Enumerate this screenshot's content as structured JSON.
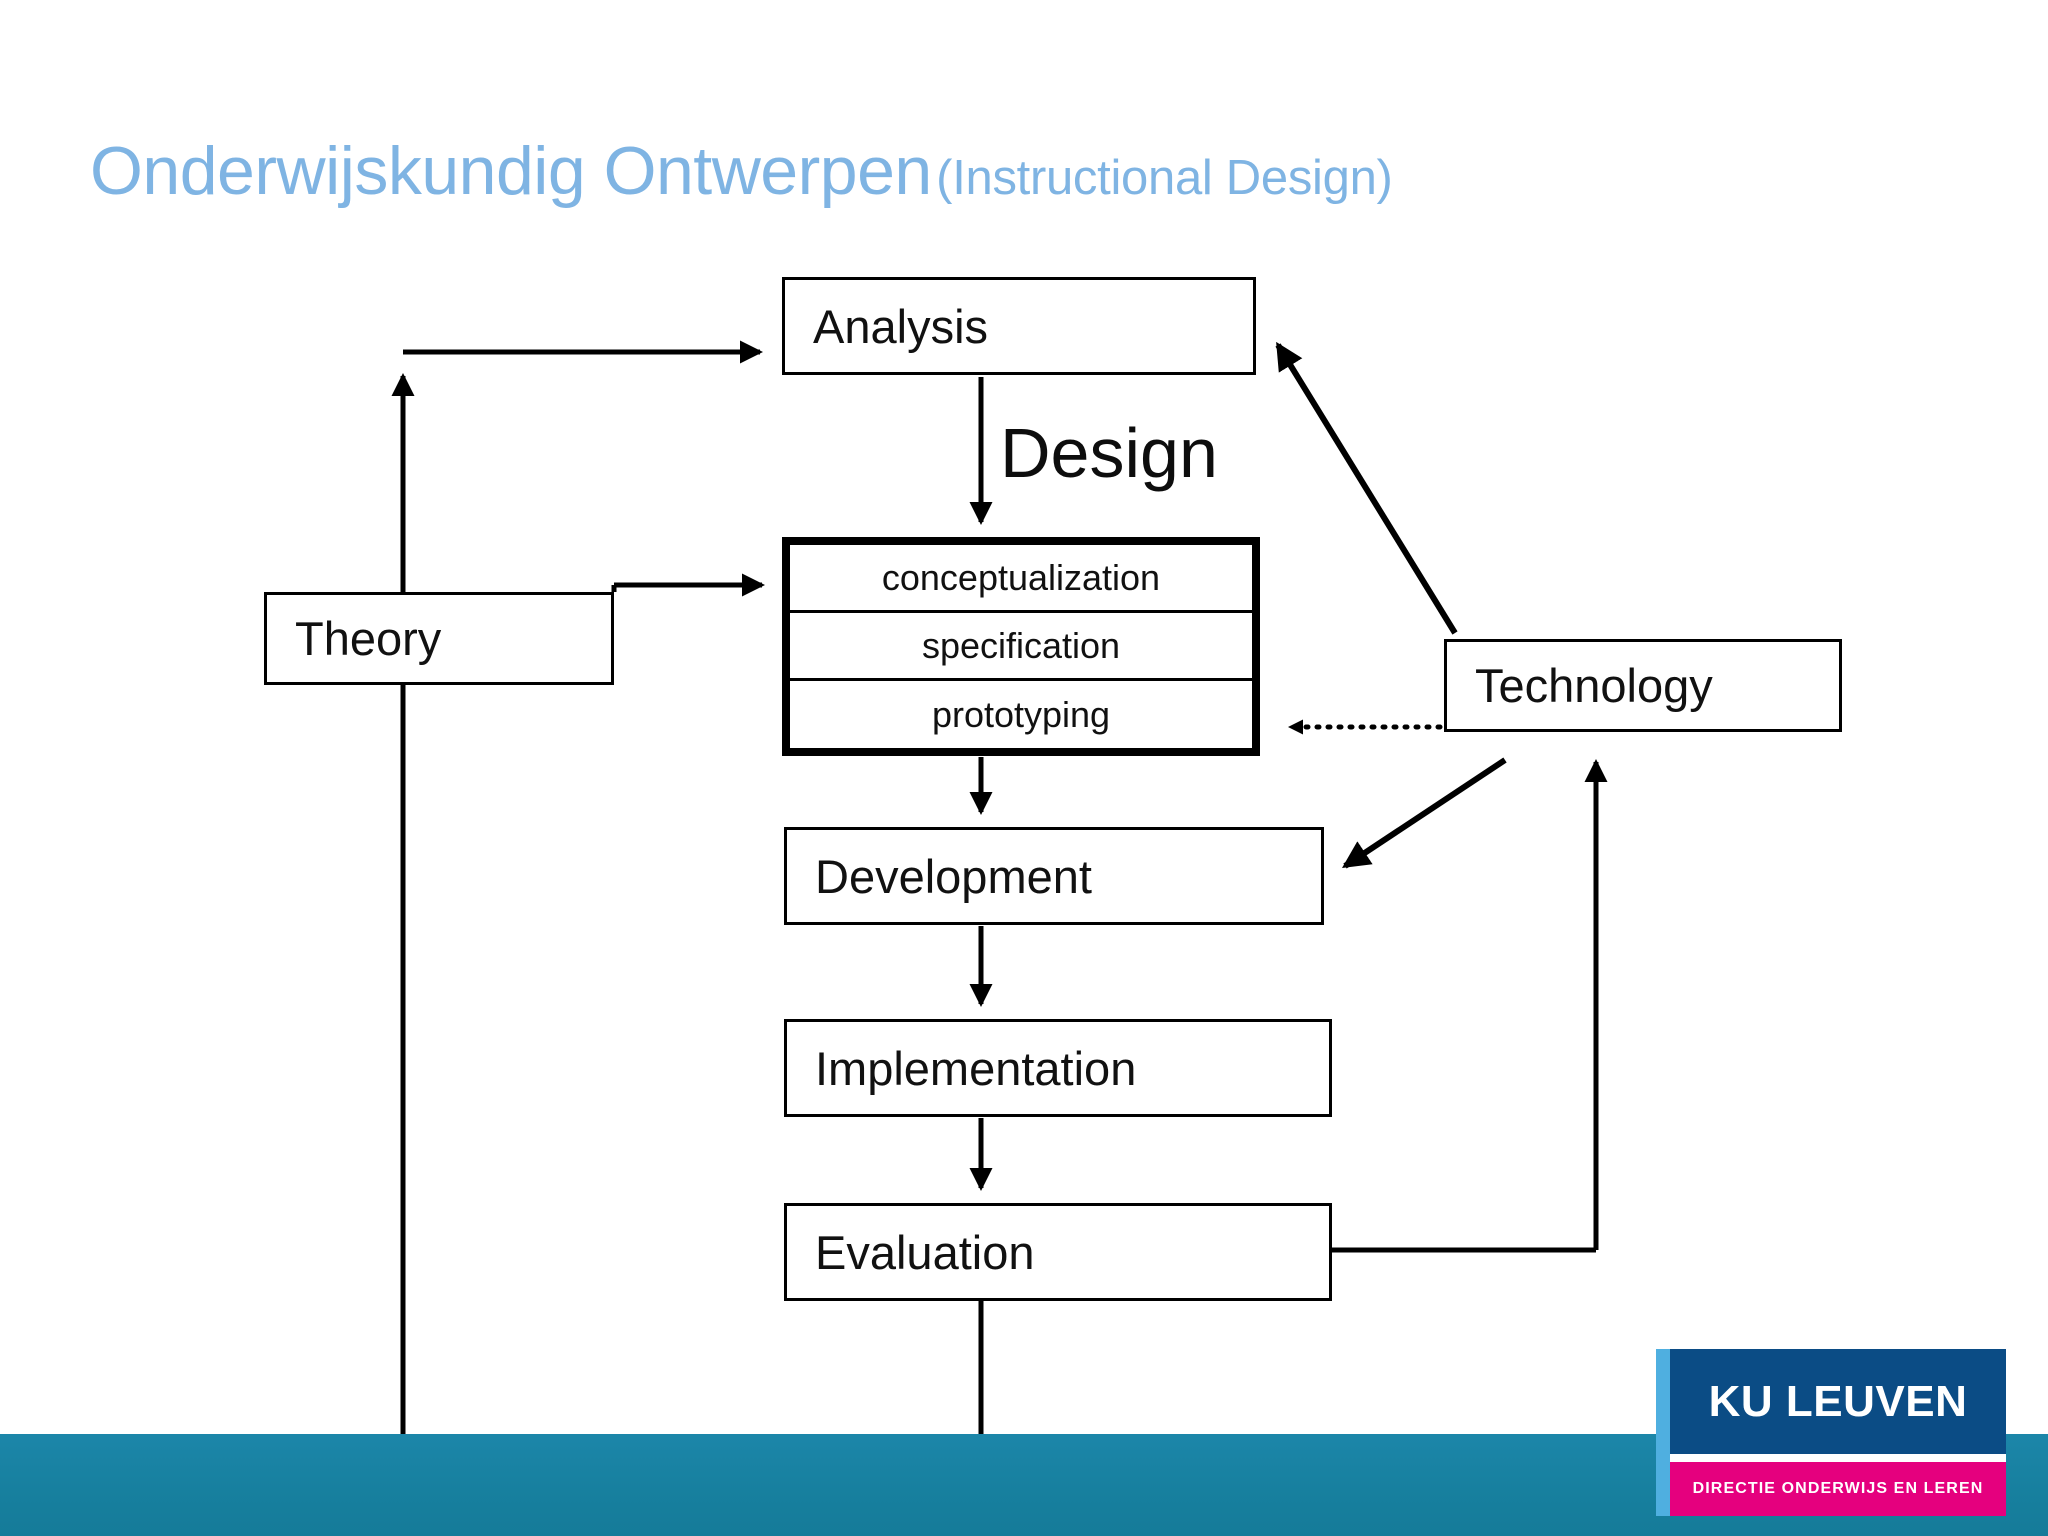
{
  "slide": {
    "title_main": "Onderwijskundig Ontwerpen",
    "title_sub": "(Instructional Design)",
    "title_color": "#7FB4E3",
    "background_color": "#FFFFFF",
    "band_color": "#1B85A8"
  },
  "diagram": {
    "type": "flowchart",
    "nodes": {
      "analysis": "Analysis",
      "design_heading": "Design",
      "development": "Development",
      "implementation": "Implementation",
      "evaluation": "Evaluation",
      "theory": "Theory",
      "technology": "Technology"
    },
    "design_rows": [
      "conceptualization",
      "specification",
      "prototyping"
    ],
    "edges": [
      {
        "from": "analysis",
        "to": "design",
        "style": "solid-arrow"
      },
      {
        "from": "design",
        "to": "development",
        "style": "solid-arrow"
      },
      {
        "from": "development",
        "to": "implementation",
        "style": "solid-arrow"
      },
      {
        "from": "implementation",
        "to": "evaluation",
        "style": "solid-arrow"
      },
      {
        "from": "evaluation",
        "to": "theory-feedback",
        "style": "solid-arrow"
      },
      {
        "from": "theory-feedback",
        "to": "analysis",
        "style": "solid-arrow"
      },
      {
        "from": "theory",
        "to": "design",
        "style": "solid-arrow"
      },
      {
        "from": "technology",
        "to": "analysis",
        "style": "solid-arrow"
      },
      {
        "from": "technology",
        "to": "design",
        "style": "dotted-arrow"
      },
      {
        "from": "technology",
        "to": "development",
        "style": "solid-arrow"
      },
      {
        "from": "evaluation",
        "to": "technology",
        "style": "solid-arrow"
      }
    ]
  },
  "logo": {
    "wordmark": "KU LEUVEN",
    "tagline": "DIRECTIE ONDERWIJS EN LEREN",
    "blue": "#0B4C85",
    "pink": "#E5007E",
    "accent": "#4FAFE0"
  }
}
